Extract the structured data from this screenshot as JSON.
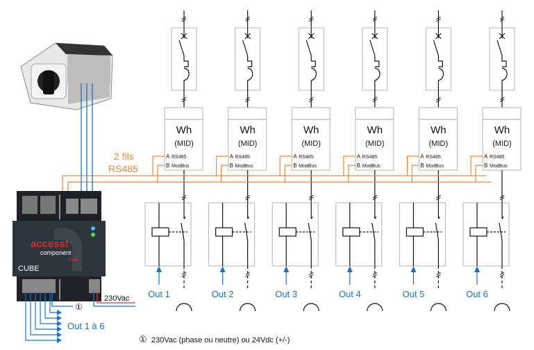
{
  "colors": {
    "orange": "#f0883a",
    "blue": "#1a73c4",
    "box": "#b4b4b4",
    "red": "#d83a3a",
    "device": "#2d353d"
  },
  "bus_label": {
    "line1": "2 fils",
    "line2": "RS485"
  },
  "meter": {
    "title": "Wh",
    "subtitle": "(MID)",
    "a_label": "A",
    "b_label": "B",
    "a_text": "RS485",
    "b_text": "ModBus"
  },
  "outputs": [
    "Out 1",
    "Out 2",
    "Out 3",
    "Out 4",
    "Out 5",
    "Out 6"
  ],
  "device": {
    "brand1": "access!",
    "brand2": "component",
    "brand3": "multi",
    "brand4": "CUBE"
  },
  "supply_label": "230Vac",
  "marker": "①",
  "outputs_group_label": "Out 1 à 6",
  "footnote": {
    "marker": "①",
    "text": "230Vac (phase ou neutre) ou 24Vdc (+/-)"
  }
}
